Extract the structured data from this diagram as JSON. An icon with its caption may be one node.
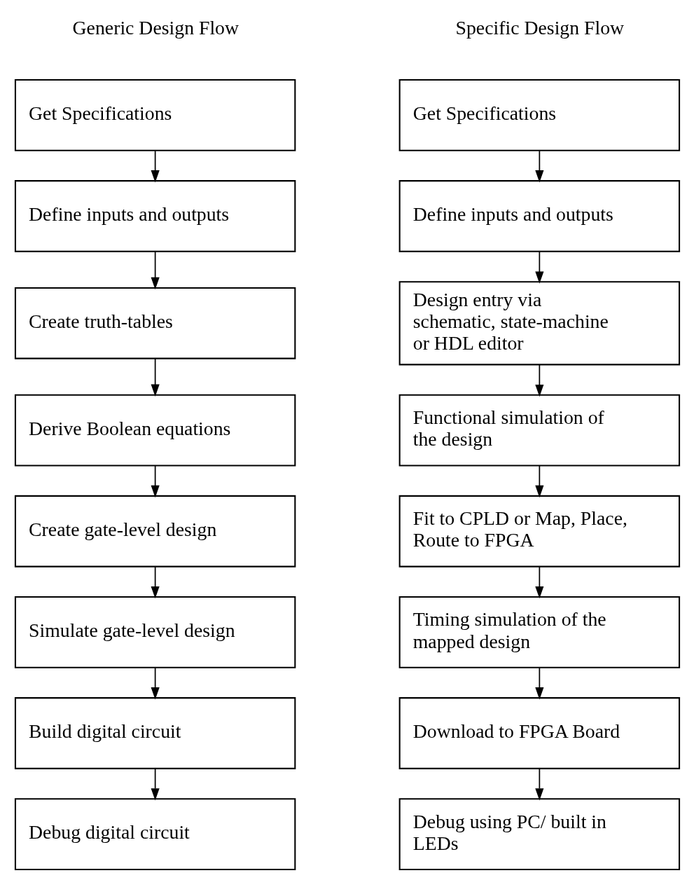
{
  "diagram": {
    "nodes": [
      {
        "text": [
          "Get Specifications"
        ]
      },
      {
        "text": [
          "Define inputs and outputs"
        ]
      },
      {
        "text": [
          "Create truth-tables"
        ]
      },
      {
        "text": [
          "Derive Boolean equations"
        ]
      },
      {
        "text": [
          "Create gate-level design"
        ]
      },
      {
        "text": [
          "Simulate gate-level design"
        ]
      },
      {
        "text": [
          "Build digital circuit"
        ]
      },
      {
        "text": [
          "Debug digital circuit"
        ]
      },
      {
        "text": [
          "Get Specifications"
        ]
      },
      {
        "text": [
          "Define inputs and outputs"
        ]
      },
      {
        "text": [
          "Design entry via schematic, state-machine or HDL editor"
        ]
      },
      {
        "text": [
          "Functional simulation of the design"
        ]
      },
      {
        "text": [
          "Fit to CPLD or Map, Place, Route to FPGA"
        ]
      },
      {
        "text": [
          "Timing simulation of the mapped design"
        ]
      },
      {
        "text": [
          "Download to FPGA Board"
        ]
      },
      {
        "text": [
          "Debug using PC/ built in LEDs"
        ]
      }
    ],
    "edges": [
      {
        "from": 0,
        "to": 1,
        "arrow": "to"
      },
      {
        "from": 1,
        "to": 2,
        "arrow": "to"
      },
      {
        "from": 2,
        "to": 3,
        "arrow": "to"
      },
      {
        "from": 3,
        "to": 4,
        "arrow": "to"
      },
      {
        "from": 4,
        "to": 5,
        "arrow": "to"
      },
      {
        "from": 5,
        "to": 6,
        "arrow": "to"
      },
      {
        "from": 6,
        "to": 7,
        "arrow": "to"
      },
      {
        "from": 8,
        "to": 9,
        "arrow": "to"
      },
      {
        "from": 9,
        "to": 10,
        "arrow": "to"
      },
      {
        "from": 10,
        "to": 11,
        "arrow": "to"
      },
      {
        "from": 11,
        "to": 12,
        "arrow": "to"
      },
      {
        "from": 12,
        "to": 13,
        "arrow": "to"
      },
      {
        "from": 13,
        "to": 14,
        "arrow": "to"
      },
      {
        "from": 14,
        "to": 15,
        "arrow": "to"
      }
    ],
    "labels": [
      "Generic Design Flow",
      "Specific Design Flow"
    ]
  }
}
